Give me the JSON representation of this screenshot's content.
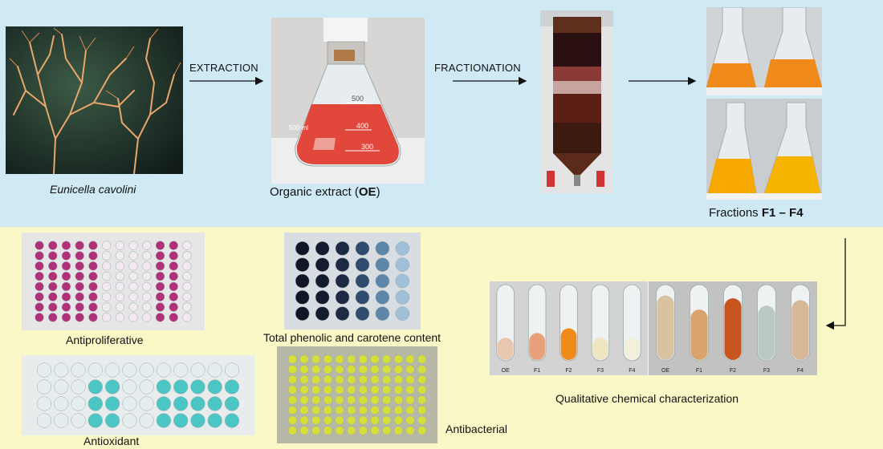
{
  "steps": {
    "extraction_label": "EXTRACTION",
    "fractionation_label": "FRACTIONATION"
  },
  "samples": {
    "species": "Eunicella cavolini",
    "extract_prefix": "Organic extract (",
    "extract_code": "OE",
    "extract_suffix": ")",
    "fractions_prefix": "Fractions ",
    "fractions_code": "F1 – F4"
  },
  "assays": {
    "antiproliferative": "Antiproliferative",
    "phenolic": "Total phenolic and carotene content",
    "antioxidant": "Antioxidant",
    "antibacterial": "Antibacterial",
    "qualitative": "Qualitative chemical characterization"
  },
  "flask_marks": [
    "500",
    "400",
    "300",
    "500 ml"
  ],
  "tube_labels": [
    "OE",
    "F1",
    "F2",
    "F3",
    "F4",
    "OE",
    "F1",
    "F2",
    "F3",
    "F4"
  ],
  "colors": {
    "top_band": "#cfe9f5",
    "bottom_band": "#fbf8c7",
    "extract_red": "#e2473b",
    "fraction_orange": "#f08a1a",
    "plate_magenta": "#b0307a",
    "plate_navy": "#1e2a44",
    "plate_teal": "#4cc6c4",
    "plate_yellow": "#d6df3a"
  }
}
